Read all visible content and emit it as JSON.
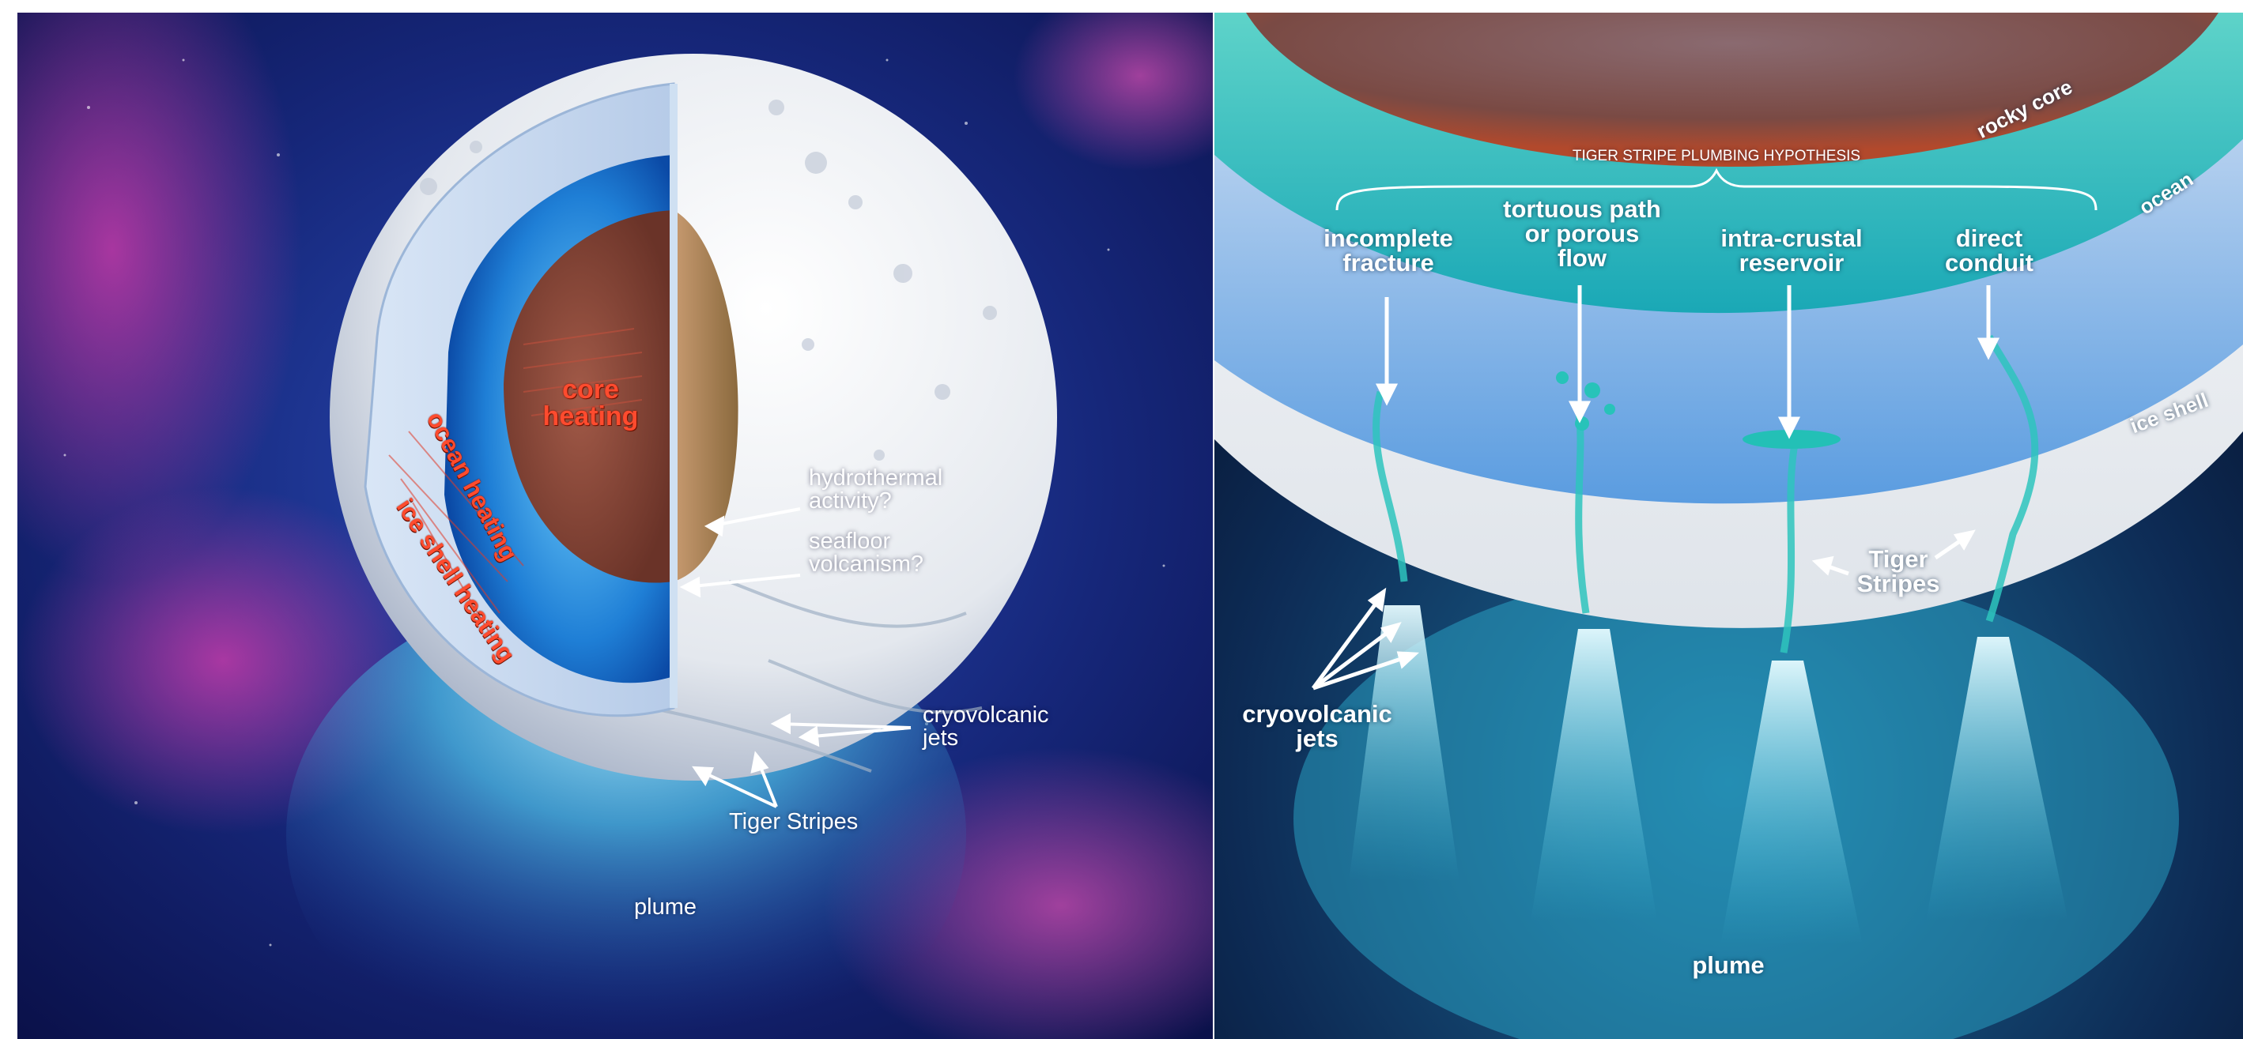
{
  "left": {
    "labels": {
      "core": "core\nheating",
      "ocean_heating": "ocean heating",
      "ice_shell_heating": "ice shell heating",
      "hydrothermal": "hydrothermal\nactivity?",
      "seafloor": "seafloor\nvolcanism?",
      "cryovolcanic": "cryovolcanic\njets",
      "tiger_stripes": "Tiger Stripes",
      "plume": "plume"
    }
  },
  "right": {
    "labels": {
      "hypothesis_title": "TIGER STRIPE PLUMBING HYPOTHESIS",
      "incomplete_fracture": "incomplete\nfracture",
      "tortuous_path": "tortuous path\nor porous\nflow",
      "intra_crustal": "intra-crustal\nreservoir",
      "direct_conduit": "direct\nconduit",
      "rocky_core": "rocky core",
      "ocean": "ocean",
      "ice_shell": "ice shell",
      "tiger_stripes": "Tiger\nStripes",
      "cryovolcanic_jets": "cryovolcanic\njets",
      "plume": "plume"
    }
  },
  "colors": {
    "space_dark": "#0b1550",
    "space_blue": "#1d3a9a",
    "nebula_magenta": "#b8309e",
    "ice_white": "#eef1f5",
    "ocean_blue": "#1f7fd6",
    "core_rock": "#8a4a3a",
    "cyan_glow": "#3fd0e6",
    "label_red": "#ff4b2e"
  }
}
